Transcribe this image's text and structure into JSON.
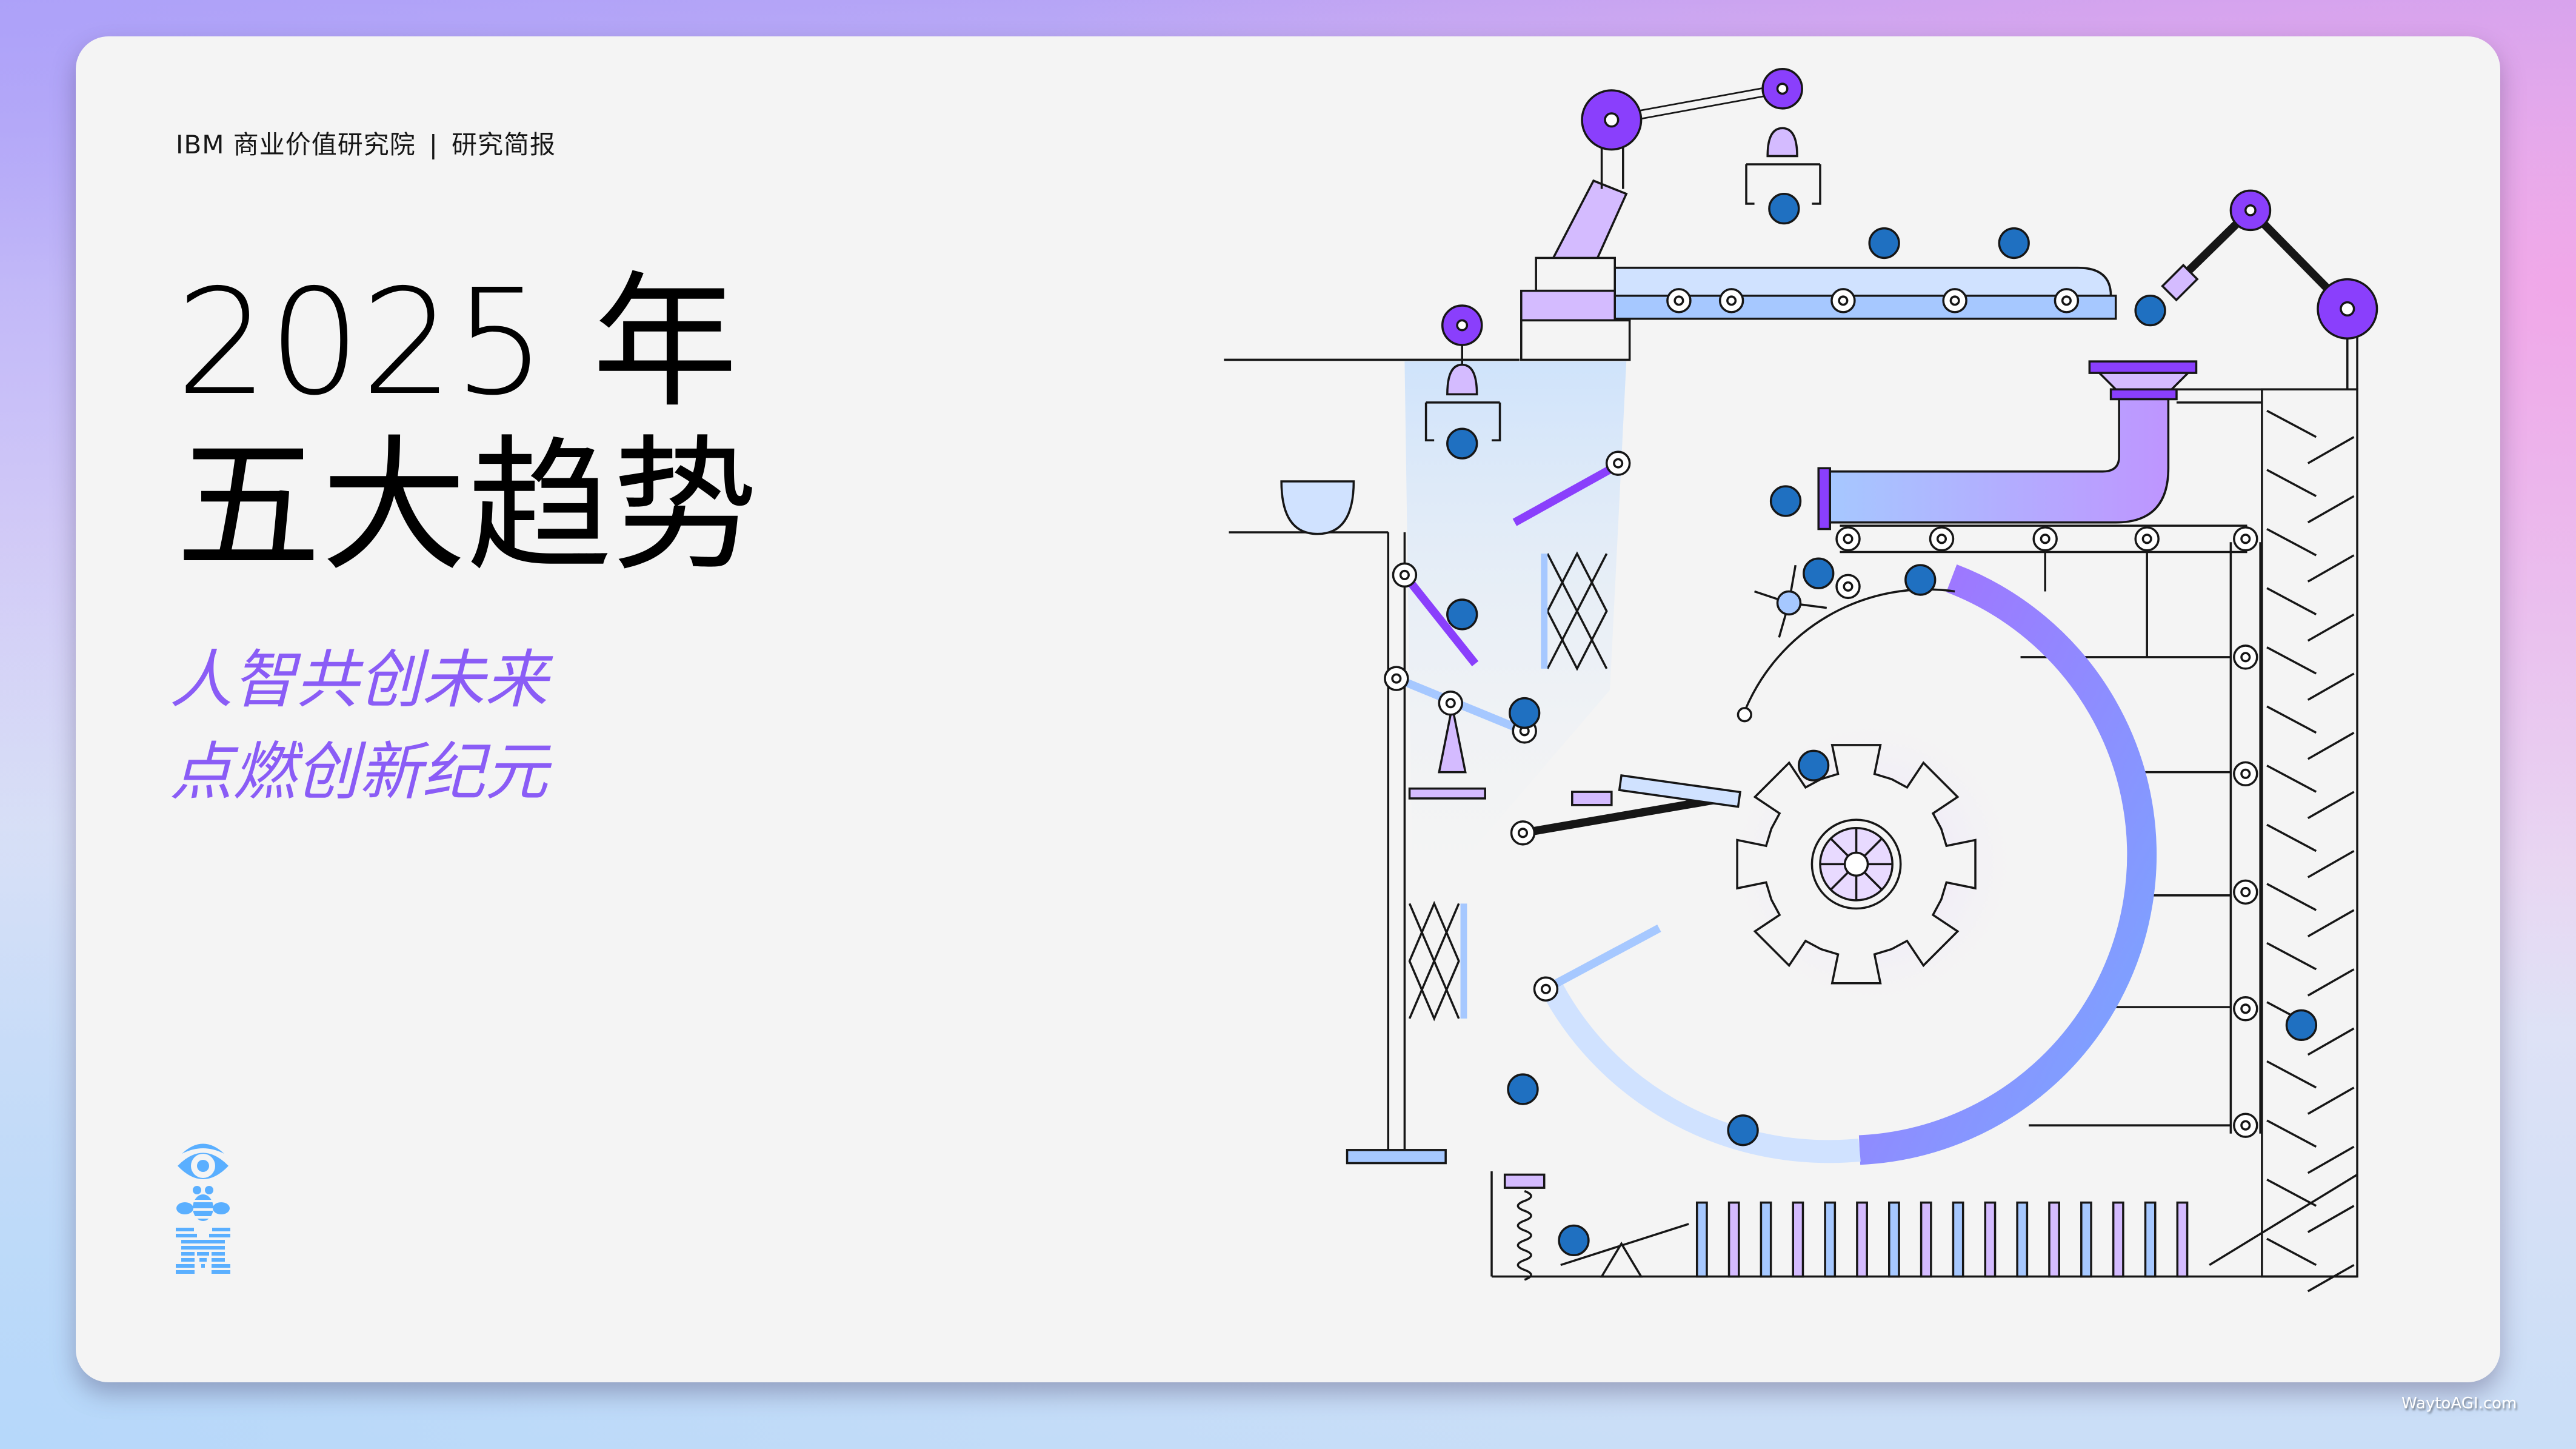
{
  "header": {
    "org": "IBM 商业价值研究院",
    "separator": "|",
    "doc_type": "研究简报"
  },
  "title": {
    "line1": "2025 年",
    "line2": "五大趋势"
  },
  "subtitle": {
    "line1": "人智共创未来",
    "line2": "点燃创新纪元"
  },
  "logo": {
    "name": "IBM eye-bee-M rebus logo",
    "text": "IBM"
  },
  "watermark": "WaytoAGI.com",
  "colors": {
    "purple": "#8a3ffc",
    "light_purple": "#d4bbff",
    "blue_dot": "#1f70c1",
    "light_blue": "#a6c8ff",
    "subtitle": "#8a5cf6",
    "logo_blue": "#5aafff"
  }
}
